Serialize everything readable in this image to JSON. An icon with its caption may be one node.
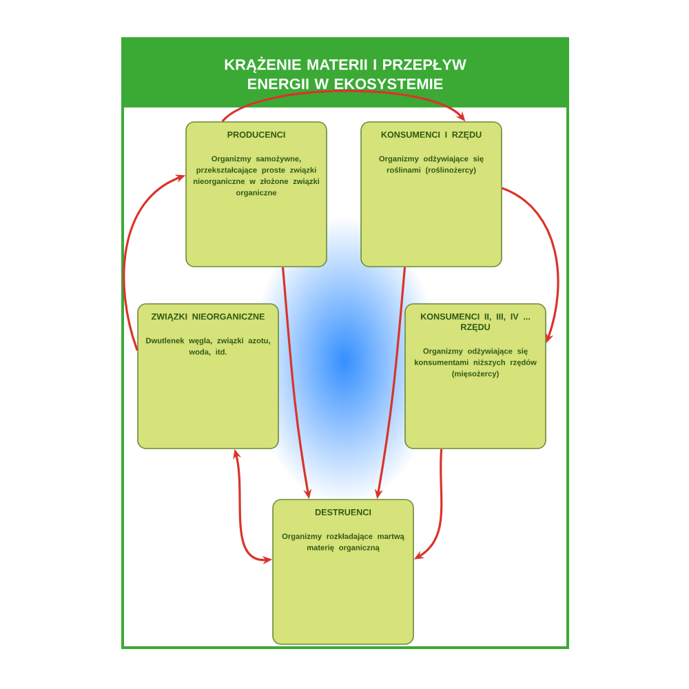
{
  "diagram": {
    "title": "KRĄŻENIE MATERII I PRZEPŁYW ENERGII W EKOSYSTEMIE",
    "nodes": [
      {
        "text": [
          "PRODUCENCI",
          "Organizmy samożywne, przekształcające proste związki nieorganiczne w złożone związki organiczne"
        ]
      },
      {
        "text": [
          "KONSUMENCI I RZĘDU",
          "Organizmy odżywiające się roślinami (roślinożercy)"
        ]
      },
      {
        "text": [
          "ZWIĄZKI NIEORGANICZNE",
          "Dwutlenek węgla, związki azotu, woda, itd."
        ]
      },
      {
        "text": [
          "KONSUMENCI II, III, IV ... RZĘDU",
          "Organizmy odżywiające się konsumentami niższych rzędów (mięsożercy)"
        ]
      },
      {
        "text": [
          "DESTRUENCI",
          "Organizmy rozkładające martwą materię organiczną"
        ]
      }
    ],
    "edges": [
      {
        "from": 0,
        "to": 1,
        "arrow": "to"
      },
      {
        "from": 1,
        "to": 3,
        "arrow": "to"
      },
      {
        "from": 0,
        "to": 4,
        "arrow": "to"
      },
      {
        "from": 1,
        "to": 4,
        "arrow": "to"
      },
      {
        "from": 3,
        "to": 4,
        "arrow": "to"
      },
      {
        "from": 4,
        "to": 2,
        "arrow": "both"
      },
      {
        "from": 2,
        "to": 0,
        "arrow": "to"
      }
    ]
  }
}
